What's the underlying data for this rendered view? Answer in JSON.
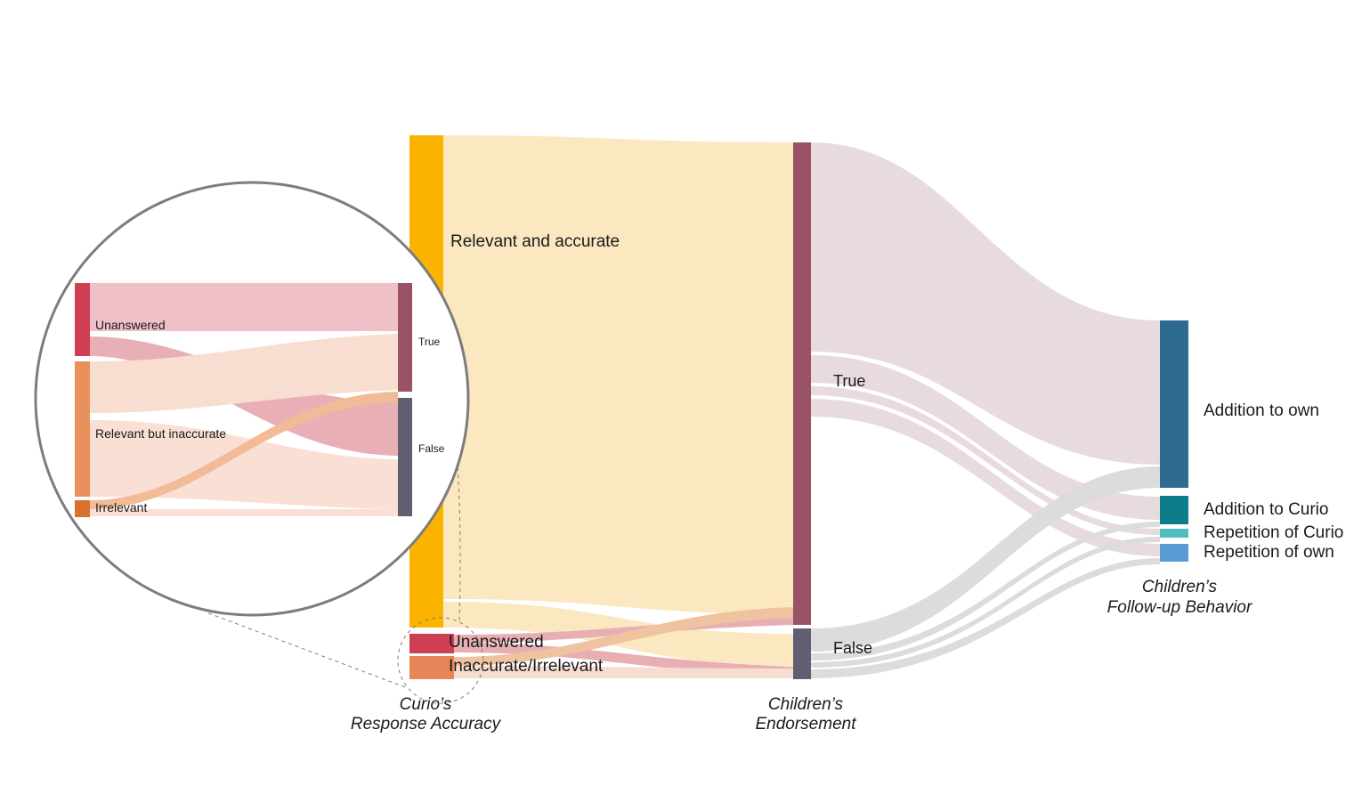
{
  "figure": {
    "type": "sankey",
    "title": "",
    "background": "#ffffff"
  },
  "axis_labels": {
    "left": {
      "line1": "Curio’s",
      "line2": "Response Accuracy"
    },
    "middle": {
      "line1": "Children’s",
      "line2": "Endorsement"
    },
    "right": {
      "line1": "Children’s",
      "line2": "Follow-up Behavior"
    }
  },
  "legend": {
    "items": [
      {
        "label": "Unanswered",
        "color": "#ce3f54"
      },
      {
        "label": "Inaccurate/Irrelevant",
        "color": "#e8855a"
      }
    ]
  },
  "main_nodes": {
    "stage1": [
      {
        "id": "relevant_accurate",
        "label": "Relevant and accurate",
        "color": "#fab400"
      },
      {
        "id": "unanswered",
        "label": "Unanswered",
        "color": "#ce3f54"
      },
      {
        "id": "inaccurate_irrelevant",
        "label": "Inaccurate/Irrelevant",
        "color": "#e8855a"
      }
    ],
    "stage2": [
      {
        "id": "true",
        "label": "True",
        "color": "#9a5366"
      },
      {
        "id": "false",
        "label": "False",
        "color": "#625e72"
      }
    ],
    "stage3": [
      {
        "id": "addition_own",
        "label": "Addition to own",
        "color": "#2f6a91"
      },
      {
        "id": "addition_curio",
        "label": "Addition to Curio",
        "color": "#0d7d8c"
      },
      {
        "id": "repetition_curio",
        "label": "Repetition of Curio",
        "color": "#4dbdbd"
      },
      {
        "id": "repetition_own",
        "label": "Repetition of own",
        "color": "#5b9bd5"
      }
    ]
  },
  "inset": {
    "caption": "",
    "left_nodes": [
      {
        "id": "unanswered",
        "label": "Unanswered",
        "color": "#ce3f54"
      },
      {
        "id": "relevant_inaccurate",
        "label": "Relevant but inaccurate",
        "color": "#e8915c"
      },
      {
        "id": "irrelevant",
        "label": "Irrelevant",
        "color": "#d9702b"
      }
    ],
    "right_nodes": [
      {
        "id": "true",
        "label": "True",
        "color": "#9a5366"
      },
      {
        "id": "false",
        "label": "False",
        "color": "#625e72"
      }
    ]
  },
  "chart_data": {
    "type": "sankey",
    "title": "",
    "stage_labels": [
      "Curio’s Response Accuracy",
      "Children’s Endorsement",
      "Children’s Follow-up Behavior"
    ],
    "nodes": [
      {
        "name": "Relevant and accurate",
        "stage": 0,
        "value": 553,
        "color": "#fab400"
      },
      {
        "name": "Unanswered",
        "stage": 0,
        "value": 21,
        "color": "#ce3f54"
      },
      {
        "name": "Inaccurate/Irrelevant",
        "stage": 0,
        "value": 25,
        "color": "#e8855a"
      },
      {
        "name": "True",
        "stage": 1,
        "value": 542,
        "color": "#9a5366"
      },
      {
        "name": "False",
        "stage": 1,
        "value": 55,
        "color": "#625e72"
      },
      {
        "name": "Addition to own",
        "stage": 2,
        "value": 188,
        "color": "#2f6a91"
      },
      {
        "name": "Addition to Curio",
        "stage": 2,
        "value": 32,
        "color": "#0d7d8c"
      },
      {
        "name": "Repetition of Curio",
        "stage": 2,
        "value": 9,
        "color": "#4dbdbd"
      },
      {
        "name": "Repetition of own",
        "stage": 2,
        "value": 18,
        "color": "#5b9bd5"
      }
    ],
    "links": [
      {
        "source": "Relevant and accurate",
        "target": "True",
        "value": 521,
        "color": "#fbe8c0"
      },
      {
        "source": "Relevant and accurate",
        "target": "False",
        "value": 32,
        "color": "#fbe8c0"
      },
      {
        "source": "Unanswered",
        "target": "True",
        "value": 10,
        "color": "#e7afb3"
      },
      {
        "source": "Unanswered",
        "target": "False",
        "value": 11,
        "color": "#e7afb3"
      },
      {
        "source": "Inaccurate/Irrelevant",
        "target": "True",
        "value": 11,
        "color": "#f0c3a0"
      },
      {
        "source": "Inaccurate/Irrelevant",
        "target": "False",
        "value": 14,
        "color": "#f6ddd0"
      },
      {
        "source": "True",
        "target": "Addition to own",
        "value": 170,
        "color": "#e8dbde"
      },
      {
        "source": "True",
        "target": "Addition to Curio",
        "value": 26,
        "color": "#e8dbde"
      },
      {
        "source": "True",
        "target": "Repetition of Curio",
        "value": 7,
        "color": "#e8dbde"
      },
      {
        "source": "True",
        "target": "Repetition of own",
        "value": 14,
        "color": "#e8dbde"
      },
      {
        "source": "False",
        "target": "Addition to own",
        "value": 18,
        "color": "#dcdcdc"
      },
      {
        "source": "False",
        "target": "Addition to Curio",
        "value": 6,
        "color": "#dcdcdc"
      },
      {
        "source": "False",
        "target": "Repetition of Curio",
        "value": 2,
        "color": "#dcdcdc"
      },
      {
        "source": "False",
        "target": "Repetition of own",
        "value": 4,
        "color": "#dcdcdc"
      }
    ],
    "inset_detail": {
      "note": "magnified view of the two small source nodes",
      "nodes": [
        {
          "name": "Unanswered",
          "stage": 0,
          "value": 21,
          "color": "#ce3f54"
        },
        {
          "name": "Relevant but inaccurate",
          "stage": 0,
          "value": 21,
          "color": "#e8915c"
        },
        {
          "name": "Irrelevant",
          "stage": 0,
          "value": 4,
          "color": "#d9702b"
        },
        {
          "name": "True",
          "stage": 1,
          "value": 21,
          "color": "#9a5366"
        },
        {
          "name": "False",
          "stage": 1,
          "value": 25,
          "color": "#625e72"
        }
      ],
      "links": [
        {
          "source": "Unanswered",
          "target": "True",
          "value": 10,
          "color": "#efc0c8"
        },
        {
          "source": "Unanswered",
          "target": "False",
          "value": 11,
          "color": "#e8afb6"
        },
        {
          "source": "Relevant but inaccurate",
          "target": "True",
          "value": 9,
          "color": "#f8ddd1"
        },
        {
          "source": "Relevant but inaccurate",
          "target": "False",
          "value": 12,
          "color": "#fadfd4"
        },
        {
          "source": "Irrelevant",
          "target": "True",
          "value": 2,
          "color": "#f0bb96"
        },
        {
          "source": "Irrelevant",
          "target": "False",
          "value": 2,
          "color": "#fadfd4"
        }
      ]
    }
  }
}
